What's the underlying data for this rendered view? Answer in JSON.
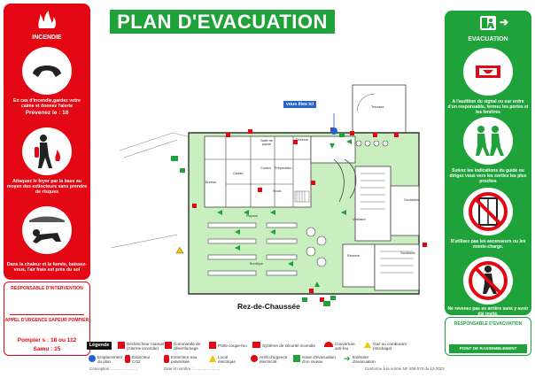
{
  "title": "PLAN D'EVACUATION",
  "here_label": "vous êtes ici",
  "floor_label": "Rez-de-Chaussée",
  "left_panel": {
    "heading": "INCENDIE",
    "text1": "En cas d'incendie,gardez votre calme et donnez l'alerte",
    "text1b": "Prévenez le : 18",
    "text2": "Attaquez le foyer par la base au moyen des extincteurs sans prendre de risques",
    "text3": "Dans la chaleur et la fumée, baissez-vous, l'air frais est près du sol",
    "resp_label": "RESPONSABLE D'INTERVENTION",
    "urgence_label": "APPEL D'URGENCE SAPEUR POMPIER",
    "pompiers": "Pompier s : 18 ou  112",
    "samu": "Samu : 15"
  },
  "right_panel": {
    "heading": "EVACUATION",
    "text1": "A l'audition du signal ou sur ordre d'un responsable, fermez les portes et les fenêtres",
    "text2": "Suivez les indications du guide ou dirigez vous vers les sorties les plus proches",
    "text3": "N'utilisez pas les ascenseurs ou les monte-charge.",
    "text4": "Ne revenez pas en arrière sans y avoir été invité.",
    "resp_label": "RESPONSABLE D'EVACUATION",
    "rassemblement": "POINT DE RASSEMBLEMENT"
  },
  "legend": {
    "title": "Légende",
    "items": [
      "Emplacement du plan",
      "Extincteur CO2",
      "Extincteur eau pulvérisée",
      "Local électrique",
      "Arrêt d'urgence électricité",
      "Issue d'évacuation d'un niveau",
      "Itinéraire d'évacuation",
      "Déclencheur manuel (Alarme incendie)",
      "Commande de désenfumage",
      "Porte coupe-feu",
      "Système de sécurité incendie",
      "Couverture anti-feu",
      "Gaz ou comburant (stockage)"
    ]
  },
  "footer": {
    "conception": "Conception : ........................",
    "date": "Date et nombre : ........................",
    "norme": "Conforme à la norme NF X08-070 du 12-2023"
  },
  "rooms": [
    "Terrasse",
    "Salle de pause",
    "Réserve",
    "Caisse",
    "Couloir",
    "Préparation",
    "Stock",
    "Bureau",
    "Sanitaires",
    "Boutique",
    "Réserve",
    "Sanitaires",
    "Rayons",
    "Vestiaire"
  ],
  "colors": {
    "red": "#e30613",
    "green": "#1fa23a",
    "floor": "#c9efc0",
    "wall": "#444444",
    "route": "#1fa23a"
  }
}
